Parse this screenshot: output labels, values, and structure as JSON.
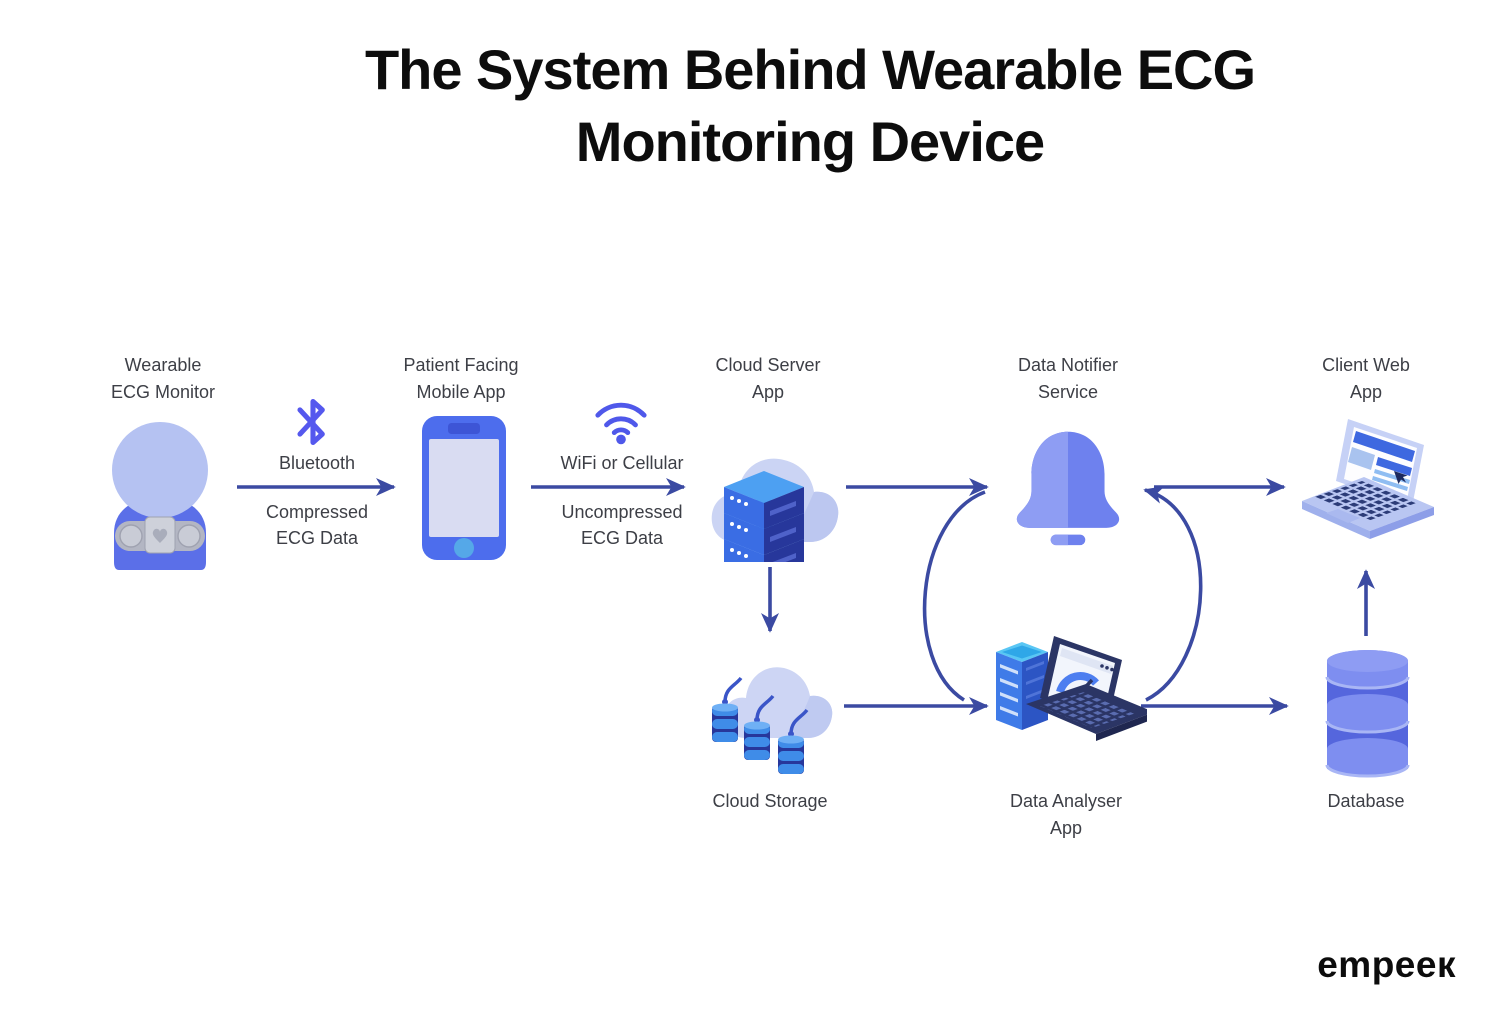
{
  "title": {
    "line1": "The System Behind Wearable ECG",
    "line2": "Monitoring Device"
  },
  "nodes": {
    "wearable_ecg_monitor": {
      "label_line1": "Wearable",
      "label_line2": "ECG Monitor"
    },
    "patient_mobile_app": {
      "label_line1": "Patient Facing",
      "label_line2": "Mobile App"
    },
    "cloud_server_app": {
      "label_line1": "Cloud Server",
      "label_line2": "App"
    },
    "data_notifier_service": {
      "label_line1": "Data Notifier",
      "label_line2": "Service"
    },
    "client_web_app": {
      "label_line1": "Client Web",
      "label_line2": "App"
    },
    "cloud_storage": {
      "label_line1": "Cloud Storage",
      "label_line2": ""
    },
    "data_analyser_app": {
      "label_line1": "Data Analyser",
      "label_line2": "App"
    },
    "database": {
      "label_line1": "Database",
      "label_line2": ""
    }
  },
  "edges": {
    "bluetooth": {
      "protocol": "Bluetooth",
      "payload_line1": "Compressed",
      "payload_line2": "ECG Data"
    },
    "wifi": {
      "protocol": "WiFi or Cellular",
      "payload_line1": "Uncompressed",
      "payload_line2": "ECG Data"
    }
  },
  "logo": {
    "text": "empeeк"
  },
  "colors": {
    "arrow": "#3b4aa2",
    "label_text": "#3d3f46",
    "title_text": "#0d0d0d",
    "bell_light": "#8e9df3",
    "bell_dark": "#6e81ee",
    "cloud": "#cbd4f4",
    "server_top": "#4da0f2",
    "server_front": "#3a6de4",
    "server_side": "#27379b",
    "phone_body": "#4d6ded",
    "phone_screen": "#d9dcf2",
    "home_button": "#55a8e8",
    "person_head": "#b5c2f2",
    "person_body": "#5b6fe8",
    "device_gray": "#b3b6c3",
    "laptop_body": "#b9c6f2",
    "keyboard_navy": "#2c3c78",
    "screen_blue": "#3e68e0",
    "database_fill": "#7e8ef0",
    "database_band": "#5566dd",
    "bluetooth_icon": "#5558ee",
    "wifi_icon": "#4f58ea",
    "analyser_navy": "#2b3565",
    "storage_cyl": "#3f8ce8"
  }
}
